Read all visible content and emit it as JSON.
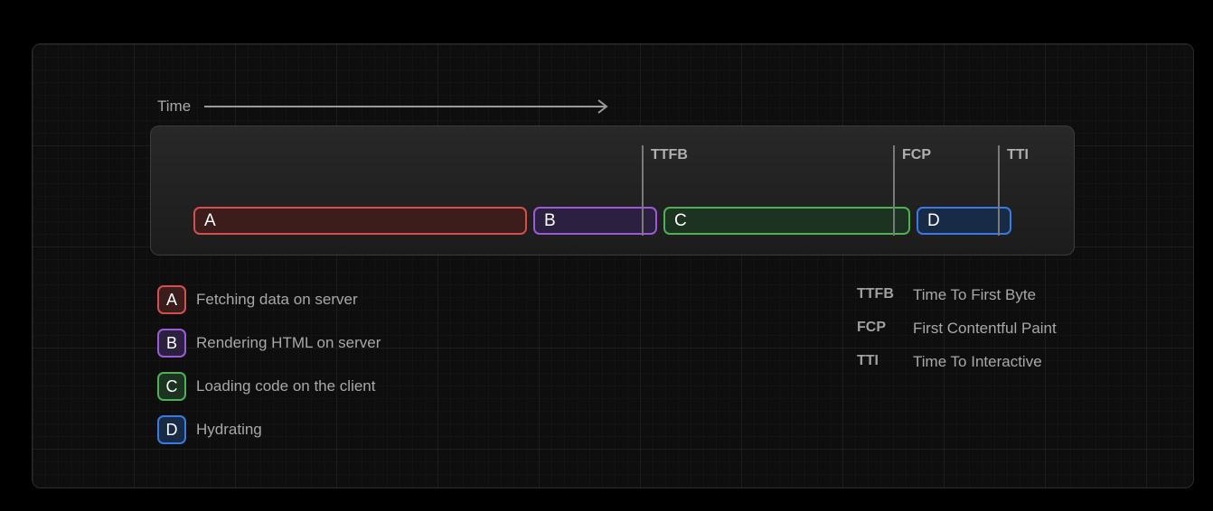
{
  "time_label": "Time",
  "bars": [
    {
      "label": "A",
      "color": "#d4504f"
    },
    {
      "label": "B",
      "color": "#9b5bd6"
    },
    {
      "label": "C",
      "color": "#4fb055"
    },
    {
      "label": "D",
      "color": "#3b7ae0"
    }
  ],
  "markers": [
    "TTFB",
    "FCP",
    "TTI"
  ],
  "legend": [
    {
      "key": "A",
      "text": "Fetching data on server"
    },
    {
      "key": "B",
      "text": "Rendering HTML on server"
    },
    {
      "key": "C",
      "text": "Loading code on the client"
    },
    {
      "key": "D",
      "text": "Hydrating"
    }
  ],
  "glossary": [
    {
      "abbr": "TTFB",
      "definition": "Time To First Byte"
    },
    {
      "abbr": "FCP",
      "definition": "First Contentful Paint"
    },
    {
      "abbr": "TTI",
      "definition": "Time To Interactive"
    }
  ]
}
